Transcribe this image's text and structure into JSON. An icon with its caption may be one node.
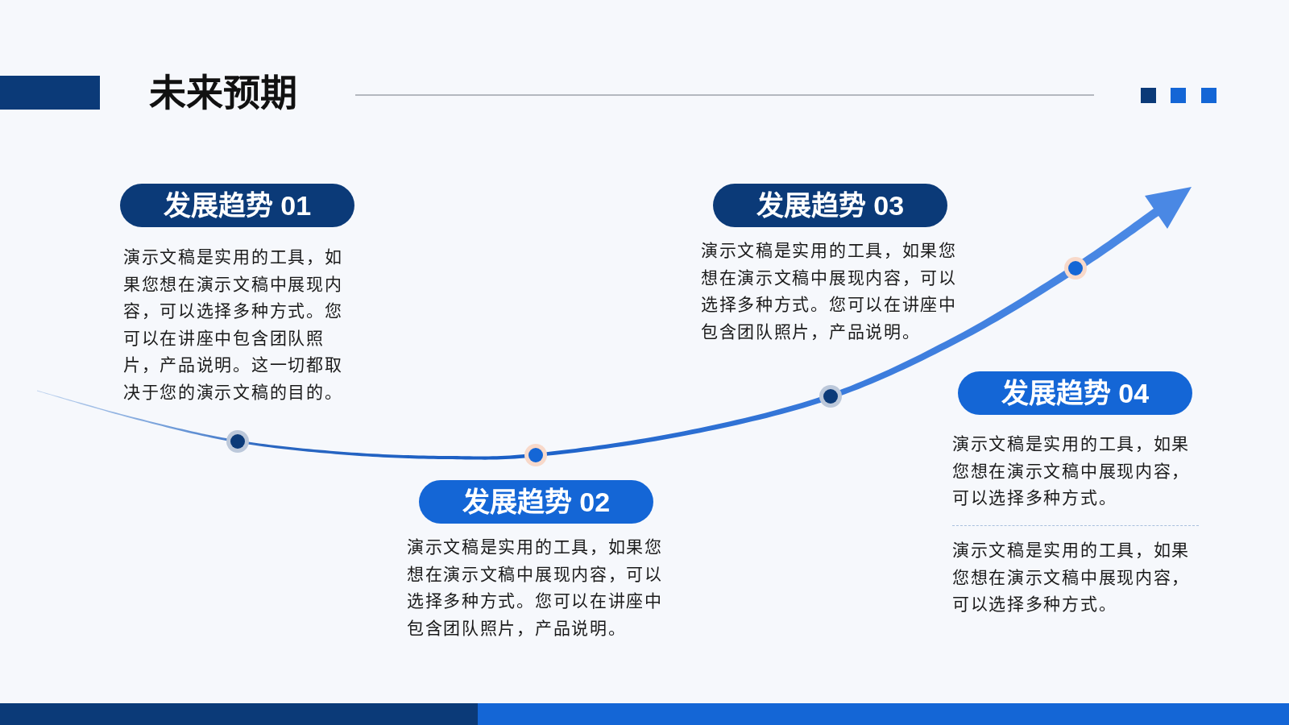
{
  "diagram": {
    "title": "未来预期",
    "nodes": [
      {
        "text": [
          "发展趋势 01"
        ],
        "beside": [
          "演示文稿是实用的工具，如果您想在演示文稿中展现内容，可以选择多种方式。您可以在讲座中包含团队照片，产品说明。这一切都取决于您的演示文稿的目的。"
        ]
      },
      {
        "text": [
          "发展趋势 02"
        ],
        "beside": [
          "演示文稿是实用的工具，如果您想在演示文稿中展现内容，可以选择多种方式。您可以在讲座中包含团队照片，产品说明。"
        ]
      },
      {
        "text": [
          "发展趋势 03"
        ],
        "beside": [
          "演示文稿是实用的工具，如果您想在演示文稿中展现内容，可以选择多种方式。您可以在讲座中包含团队照片，产品说明。"
        ]
      },
      {
        "text": [
          "发展趋势 04"
        ],
        "beside": [
          "演示文稿是实用的工具，如果您想在演示文稿中展现内容，可以选择多种方式。",
          "演示文稿是实用的工具，如果您想在演示文稿中展现内容，可以选择多种方式。"
        ]
      }
    ]
  }
}
